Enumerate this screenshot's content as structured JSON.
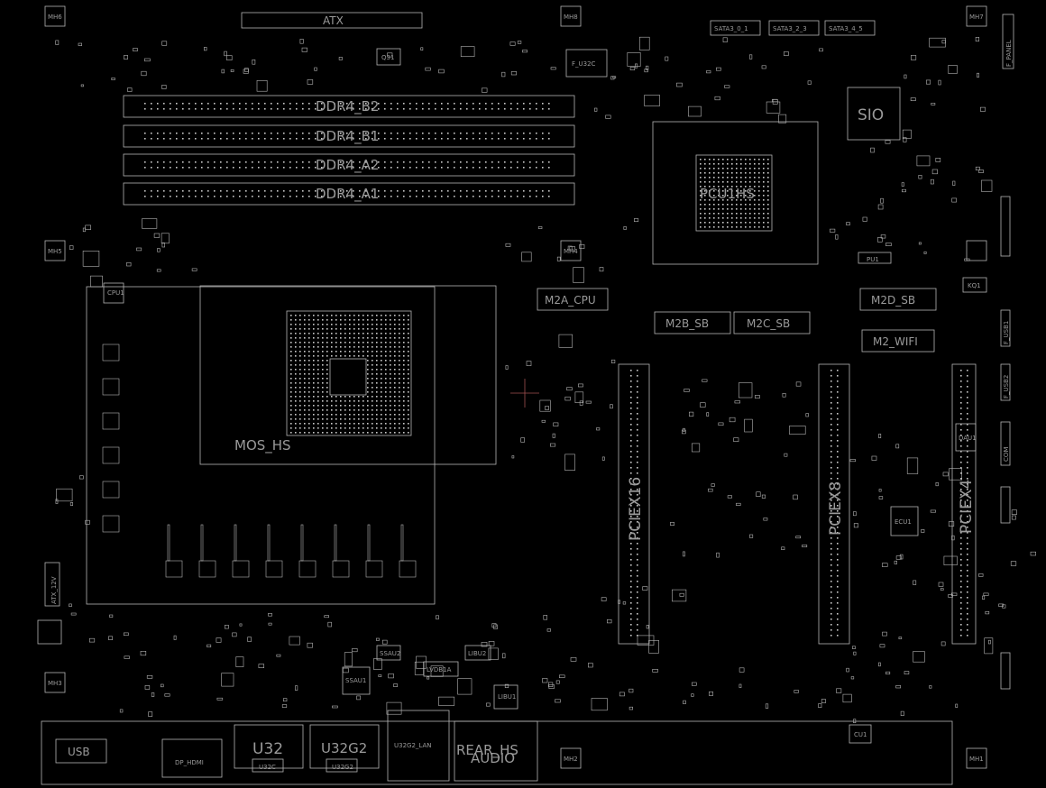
{
  "board": {
    "labels": {
      "atx": "ATX",
      "mh_top_left": "MH6",
      "mh_top_mid": "MH8",
      "mh_top_right": "MH7",
      "sata_1": "SATA3_0_1",
      "sata_2": "SATA3_2_3",
      "sata_3": "SATA3_4_5",
      "f_u32c": "F_U32C",
      "q31": "Q31",
      "sio": "SIO",
      "f_panel": "F_PANEL",
      "ddr_b2": "DDR4_B2",
      "ddr_b1": "DDR4_B1",
      "ddr_a2": "DDR4_A2",
      "ddr_a1": "DDR4_A1",
      "pcu_hs": "PCU1HS",
      "mh5": "MH5",
      "pu1": "PU1",
      "mh4": "MH4",
      "cpu1": "CPU1",
      "m2a_cpu": "M2A_CPU",
      "m2b_sb": "M2B_SB",
      "m2c_sb": "M2C_SB",
      "m2d_sb": "M2D_SB",
      "m2_wifi": "M2_WIFI",
      "kq1": "KQ1",
      "mos_hs": "MOS_HS",
      "pciex16": "PCIEX16",
      "pciex8": "PCIEX8",
      "pciex4": "PCIEX4",
      "ecu1": "ECU1",
      "atx_12v": "ATX_12V",
      "usb": "USB",
      "dp_hdmi": "DP_HDMI",
      "u32": "U32",
      "u32c": "U32C",
      "u32g2": "U32G2",
      "u32g2b": "U32G2",
      "u32g2_lan": "U32G2_LAN",
      "rear_hs": "REAR_HS",
      "audio": "AUDIO",
      "ssau1": "SSAU1",
      "libu1": "LIBU1",
      "libu2": "LIBU2",
      "ssau2": "SSAU2",
      "cu1": "CU1",
      "mh1": "MH1",
      "mh2": "MH2",
      "mh3": "MH3",
      "daf": "DAU1",
      "f_usb1": "F_USB1",
      "f_usb2": "F_USB2",
      "com": "COM",
      "lvdb1a": "LVDB1A"
    },
    "colors": {
      "background": "#000000",
      "outline": "#b4b4b4",
      "label": "#9a9a9a",
      "via": "#c8c8c8",
      "marker": "#a05050",
      "accent": "#2e8b57"
    }
  }
}
